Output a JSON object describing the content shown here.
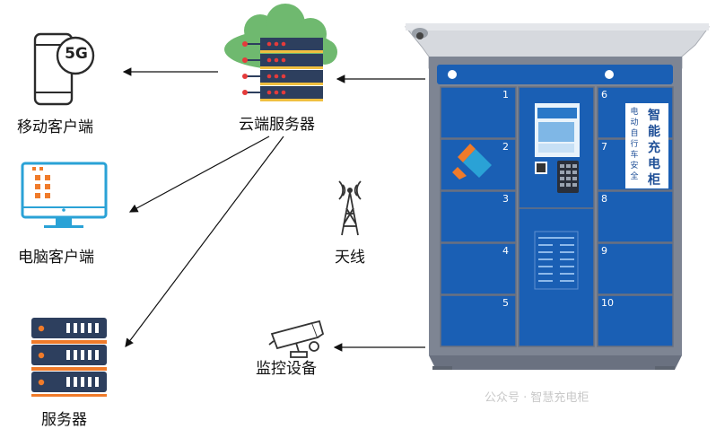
{
  "nodes": {
    "mobile": {
      "label": "移动客户端",
      "badge": "5G"
    },
    "pc": {
      "label": "电脑客户端"
    },
    "server": {
      "label": "服务器"
    },
    "cloud": {
      "label": "云端服务器"
    },
    "antenna": {
      "label": "天线"
    },
    "camera": {
      "label": "监控设备"
    }
  },
  "cabinet": {
    "brand_chars": [
      "智",
      "能",
      "充",
      "电",
      "柜"
    ],
    "sub_chars": [
      "电",
      "动",
      "自",
      "行",
      "车",
      "安",
      "全"
    ],
    "left_numbers": [
      "1",
      "2",
      "3",
      "4",
      "5"
    ],
    "right_numbers": [
      "6",
      "7",
      "8",
      "9",
      "10"
    ]
  },
  "colors": {
    "cabinet_blue": "#1a5fb4",
    "cabinet_frame": "#7e8593",
    "cloud_green": "#6fb96f",
    "server_navy": "#2d3f5e",
    "pc_blue": "#2aa2d6",
    "icon_orange": "#f07b2a"
  },
  "watermark": {
    "text": "公众号 · 智慧充电柜"
  }
}
